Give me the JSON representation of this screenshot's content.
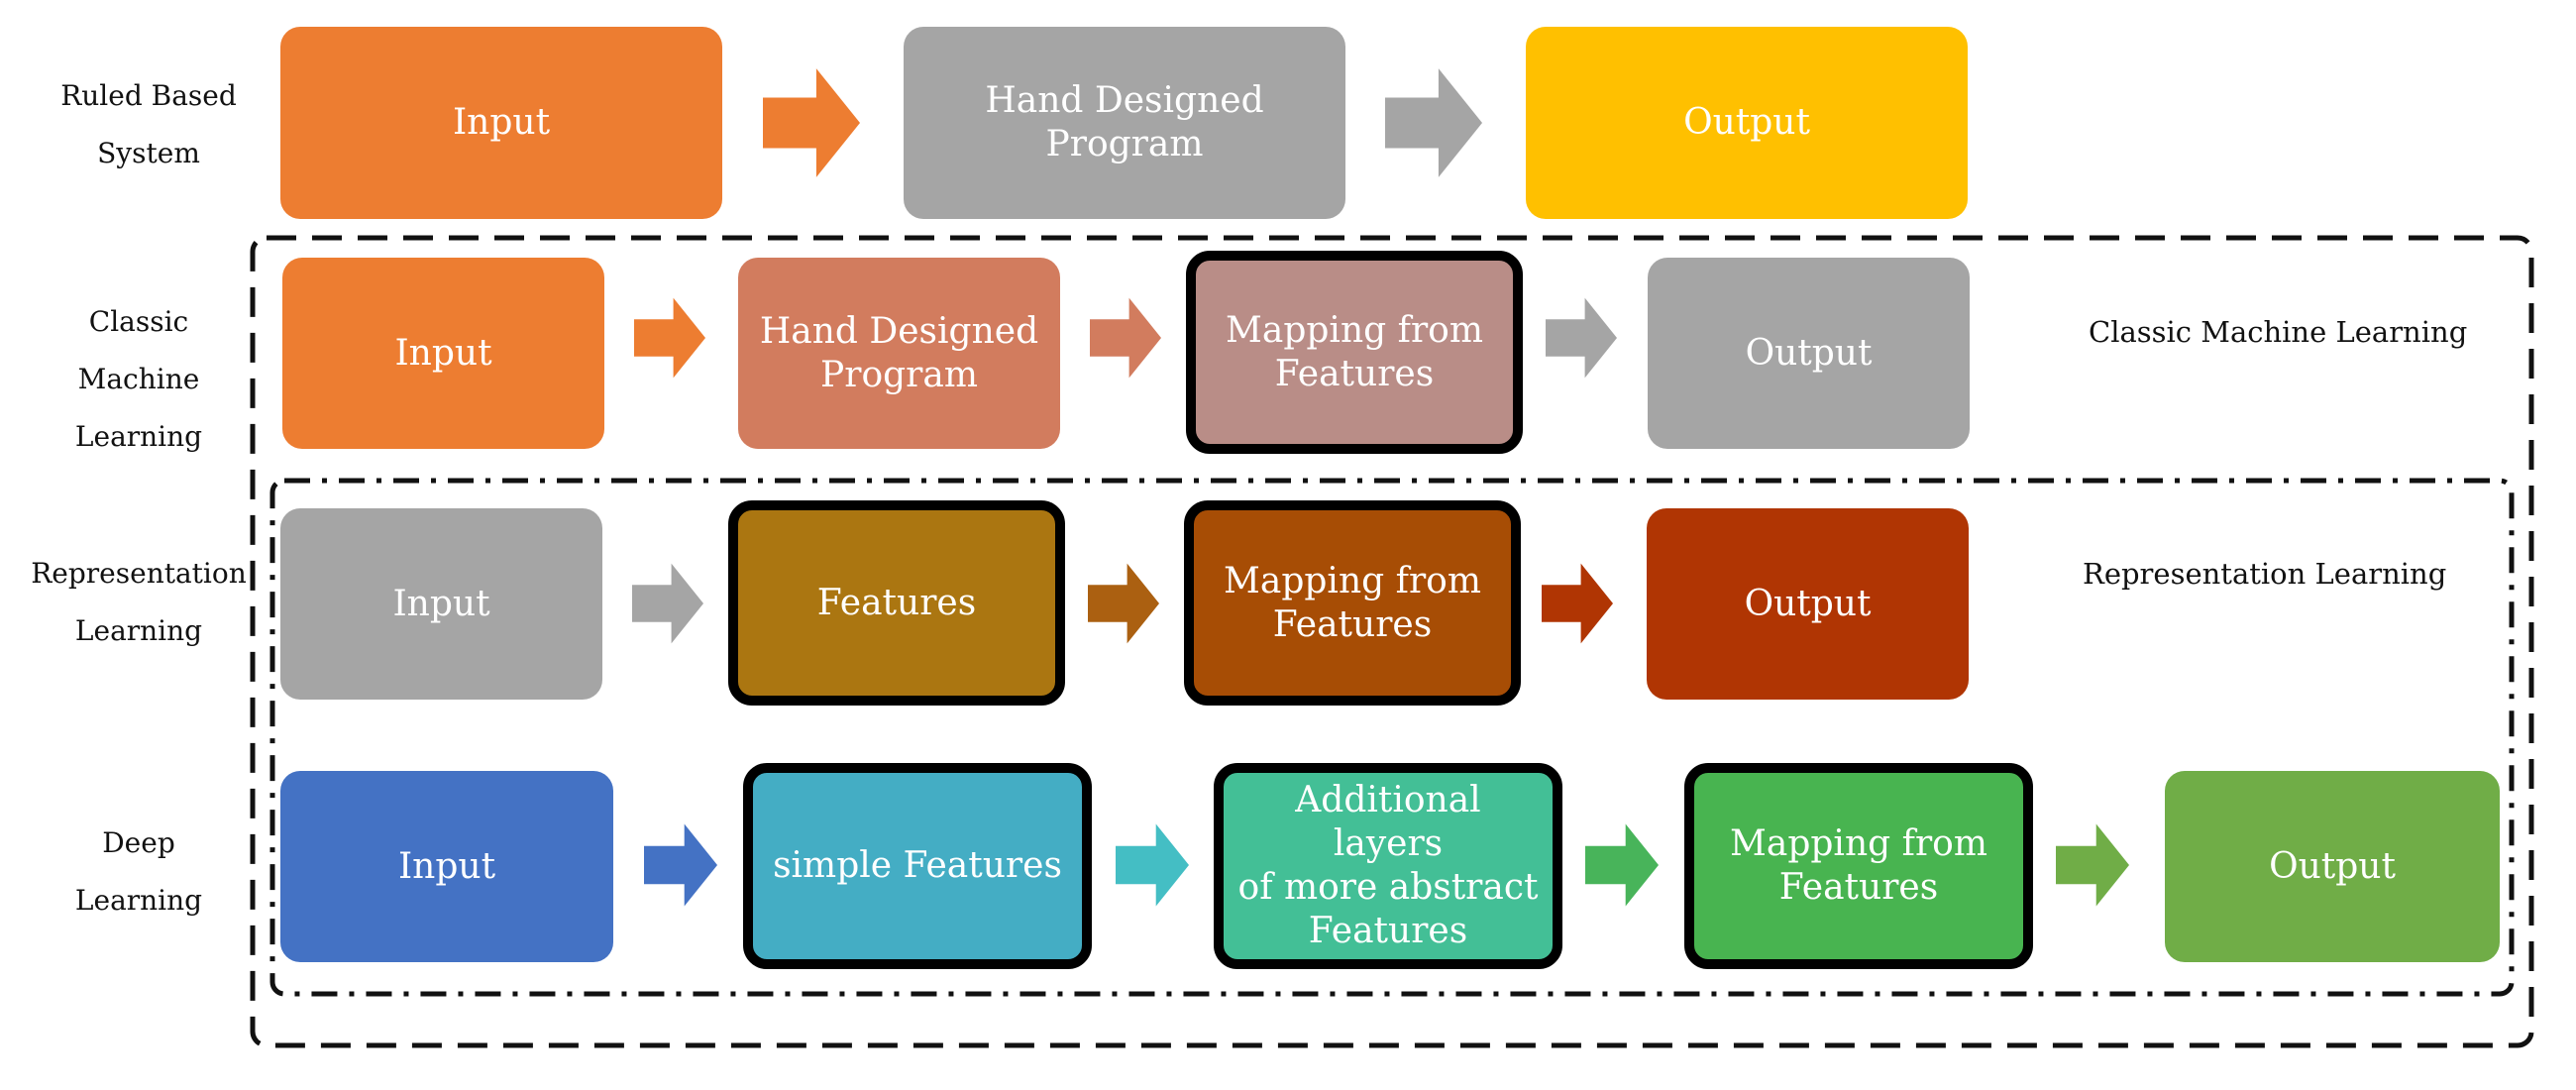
{
  "rows": {
    "rule": {
      "label": "Ruled Based\nSystem",
      "boxes": [
        "Input",
        "Hand Designed Program",
        "Output"
      ],
      "colors": [
        "#ED7D31",
        "#A5A5A5",
        "#FFC000"
      ],
      "arrow_colors": [
        "#ED7D31",
        "#A5A5A5"
      ]
    },
    "classic": {
      "label": "Classic\nMachine\nLearning",
      "boxes": [
        "Input",
        "Hand Designed\nProgram",
        "Mapping from\nFeatures",
        "Output"
      ],
      "colors": [
        "#ED7D31",
        "#D27C5E",
        "#B98D87",
        "#A5A5A5"
      ],
      "arrow_colors": [
        "#ED7D31",
        "#D27C5E",
        "#A5A5A5"
      ]
    },
    "representation": {
      "label": "Representation\nLearning",
      "boxes": [
        "Input",
        "Features",
        "Mapping from\nFeatures",
        "Output"
      ],
      "colors": [
        "#A5A5A5",
        "#AB7611",
        "#A74D05",
        "#B03503"
      ],
      "arrow_colors": [
        "#A5A5A5",
        "#AB6011",
        "#B03503"
      ]
    },
    "deep": {
      "label": "Deep\nLearning",
      "boxes": [
        "Input",
        "simple Features",
        "Additional layers\nof more abstract\nFeatures",
        "Mapping from\nFeatures",
        "Output"
      ],
      "colors": [
        "#4472C4",
        "#44ADC4",
        "#43BF96",
        "#48B450",
        "#70AD47"
      ],
      "arrow_colors": [
        "#4472C4",
        "#44BEC4",
        "#48B45A",
        "#70AD47"
      ]
    }
  },
  "region_labels": {
    "classic": "Classic Machine Learning",
    "representation": "Representation Learning"
  },
  "frame_color": "#111111"
}
